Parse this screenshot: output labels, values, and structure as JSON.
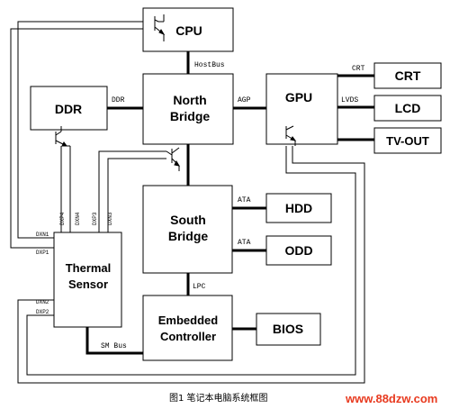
{
  "blocks": {
    "cpu": "CPU",
    "ddr": "DDR",
    "north_bridge_1": "North",
    "north_bridge_2": "Bridge",
    "gpu": "GPU",
    "crt": "CRT",
    "lcd": "LCD",
    "tvout": "TV-OUT",
    "south_bridge_1": "South",
    "south_bridge_2": "Bridge",
    "hdd": "HDD",
    "odd": "ODD",
    "thermal_1": "Thermal",
    "thermal_2": "Sensor",
    "ec_1": "Embedded",
    "ec_2": "Controller",
    "bios": "BIOS"
  },
  "signals": {
    "hostbus": "HostBus",
    "ddr": "DDR",
    "agp": "AGP",
    "crt": "CRT",
    "lvds": "LVDS",
    "ata1": "ATA",
    "ata2": "ATA",
    "lpc": "LPC",
    "smbus": "SM Bus",
    "dxn1": "DXN1",
    "dxp1": "DXP1",
    "dxn2": "DXN2",
    "dxp2": "DXP2",
    "dxp4": "DXP4",
    "dxn4": "DXN4",
    "dxp3": "DXP3",
    "dxn3": "DXN3"
  },
  "caption": "图1 笔记本电脑系统框图",
  "watermark": "www.88dzw.com"
}
